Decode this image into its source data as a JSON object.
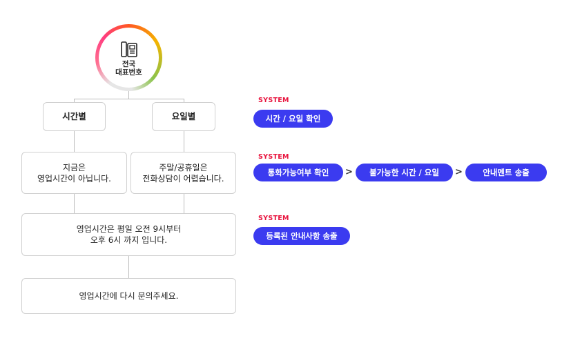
{
  "hub": {
    "label_line1": "전국",
    "label_line2": "대표번호",
    "icon": "phone-desk-icon"
  },
  "branches": {
    "by_time": "시간별",
    "by_day": "요일별"
  },
  "messages": {
    "open_now_line1": "지금은",
    "open_now_line2": "영업시간이 아닙니다.",
    "holiday_line1": "주말/공휴일은",
    "holiday_line2": "전화상담이 어렵습니다.",
    "hours_line1": "영업시간은 평일 오전 9시부터",
    "hours_line2": "오후 6시 까지 입니다.",
    "retry": "영업시간에 다시 문의주세요."
  },
  "system": {
    "tag": "SYSTEM",
    "step1": {
      "pills": [
        "시간 / 요일 확인"
      ]
    },
    "step2": {
      "pills": [
        "통화가능여부 확인",
        "불가능한 시간 / 요일",
        "안내멘트 송출"
      ],
      "arrow": ">"
    },
    "step3": {
      "pills": [
        "등록된 안내사항 송출"
      ]
    }
  },
  "colors": {
    "accent": "#3b3bf0",
    "system_tag": "#e8133d",
    "line": "#bcbcbc"
  }
}
